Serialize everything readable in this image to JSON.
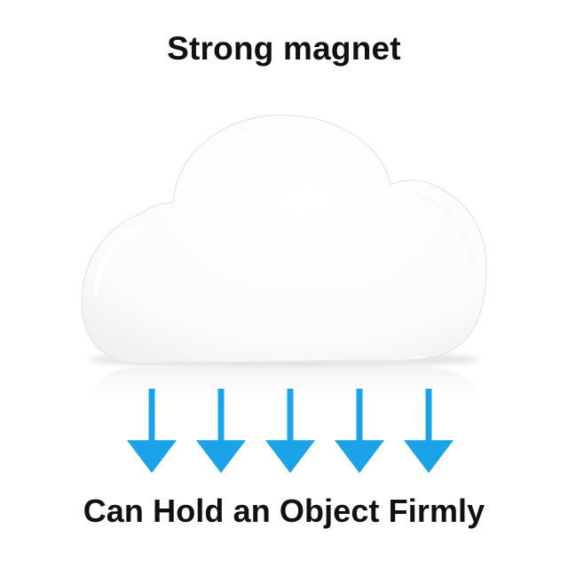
{
  "title": "Strong magnet",
  "caption": "Can Hold an Object Firmly",
  "colors": {
    "arrow": "#1aa3e8",
    "text": "#111111",
    "cloud": "#ffffff",
    "background": "#ffffff"
  },
  "product": {
    "icon": "cloud-magnet-icon"
  },
  "arrows": {
    "icon": "arrow-down-icon",
    "count": 5
  }
}
